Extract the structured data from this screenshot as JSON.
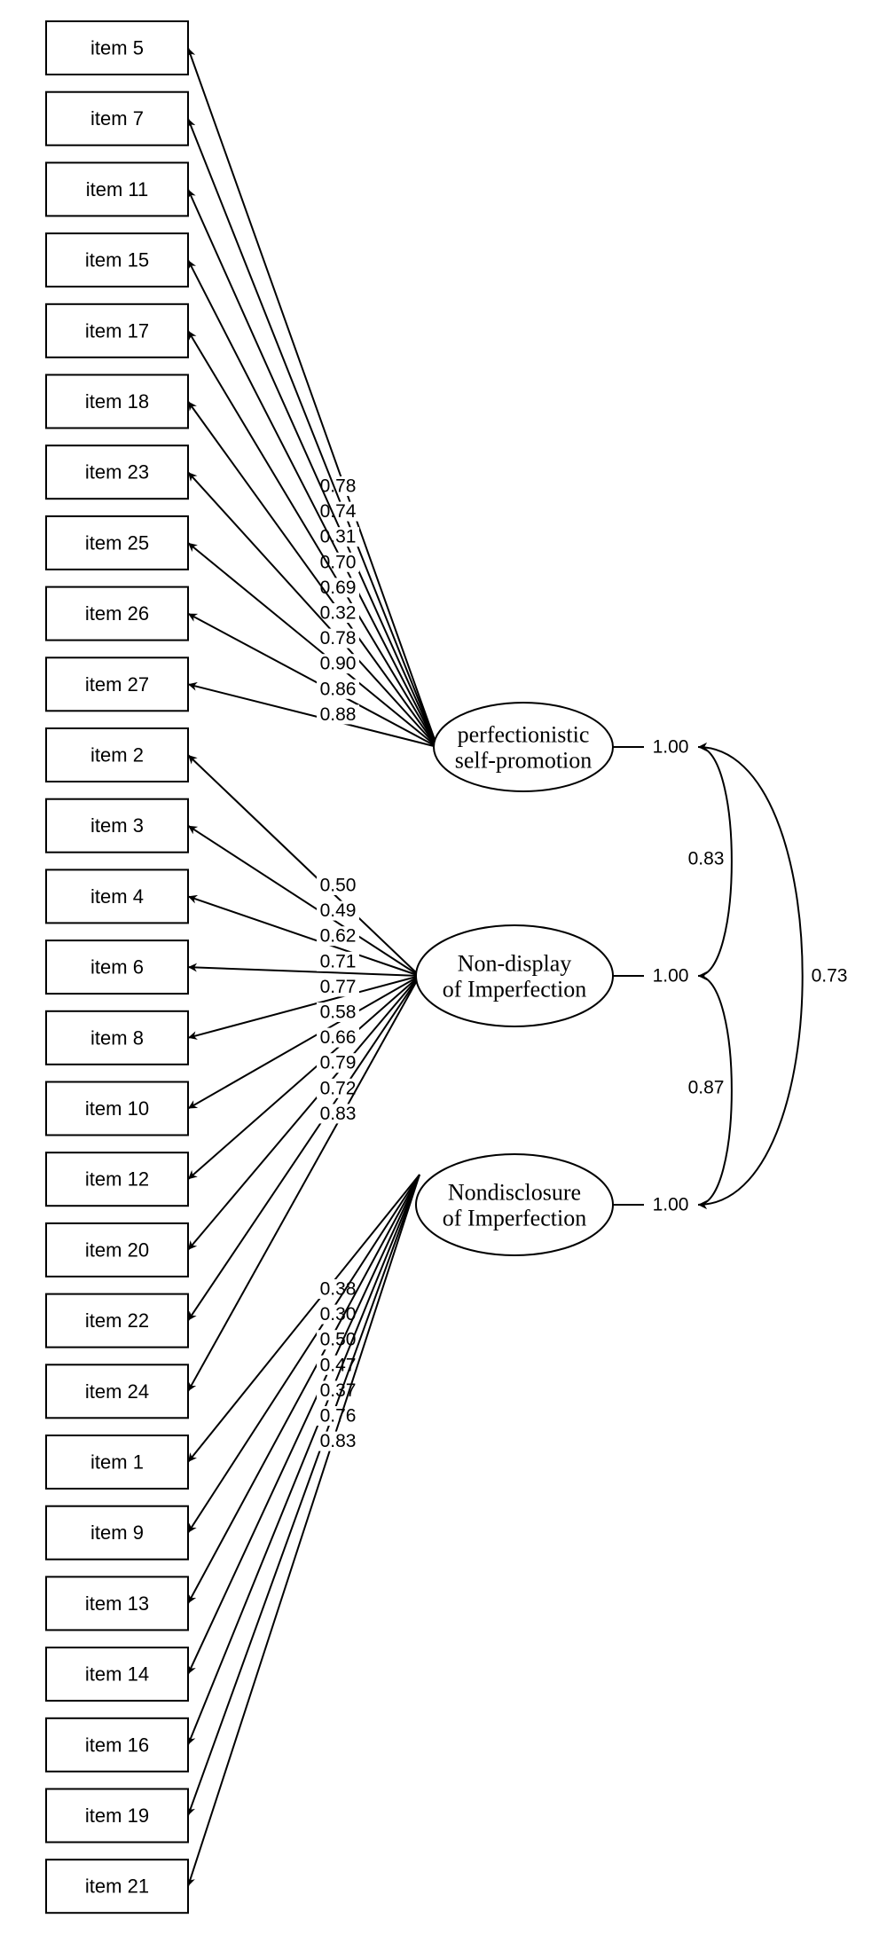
{
  "factors": [
    {
      "id": "psp",
      "line1": "perfectionistic",
      "line2": "self-promotion",
      "variance": "1.00",
      "items": [
        {
          "label": "item 5",
          "loading": "0.78"
        },
        {
          "label": "item 7",
          "loading": "0.74"
        },
        {
          "label": "item 11",
          "loading": "0.31"
        },
        {
          "label": "item 15",
          "loading": "0.70"
        },
        {
          "label": "item 17",
          "loading": "0.69"
        },
        {
          "label": "item 18",
          "loading": "0.32"
        },
        {
          "label": "item 23",
          "loading": "0.78"
        },
        {
          "label": "item 25",
          "loading": "0.90"
        },
        {
          "label": "item 26",
          "loading": "0.86"
        },
        {
          "label": "item 27",
          "loading": "0.88"
        }
      ]
    },
    {
      "id": "ndi",
      "line1": "Non-display",
      "line2": "of Imperfection",
      "variance": "1.00",
      "items": [
        {
          "label": "item 2",
          "loading": "0.50"
        },
        {
          "label": "item 3",
          "loading": "0.49"
        },
        {
          "label": "item 4",
          "loading": "0.62"
        },
        {
          "label": "item 6",
          "loading": "0.71"
        },
        {
          "label": "item 8",
          "loading": "0.77"
        },
        {
          "label": "item 10",
          "loading": "0.58"
        },
        {
          "label": "item 12",
          "loading": "0.66"
        },
        {
          "label": "item 20",
          "loading": "0.79"
        },
        {
          "label": "item 22",
          "loading": "0.72"
        },
        {
          "label": "item 24",
          "loading": "0.83"
        }
      ]
    },
    {
      "id": "nds",
      "line1": "Nondisclosure",
      "line2": "of Imperfection",
      "variance": "1.00",
      "items": [
        {
          "label": "item 1",
          "loading": "0.38"
        },
        {
          "label": "item 9",
          "loading": "0.30"
        },
        {
          "label": "item 13",
          "loading": "0.50"
        },
        {
          "label": "item 14",
          "loading": "0.47"
        },
        {
          "label": "item 16",
          "loading": "0.37"
        },
        {
          "label": "item 19",
          "loading": "0.76"
        },
        {
          "label": "item 21",
          "loading": "0.83"
        }
      ]
    }
  ],
  "correlations": [
    {
      "from": "psp",
      "to": "ndi",
      "value": "0.83"
    },
    {
      "from": "ndi",
      "to": "nds",
      "value": "0.87"
    },
    {
      "from": "psp",
      "to": "nds",
      "value": "0.73"
    }
  ]
}
